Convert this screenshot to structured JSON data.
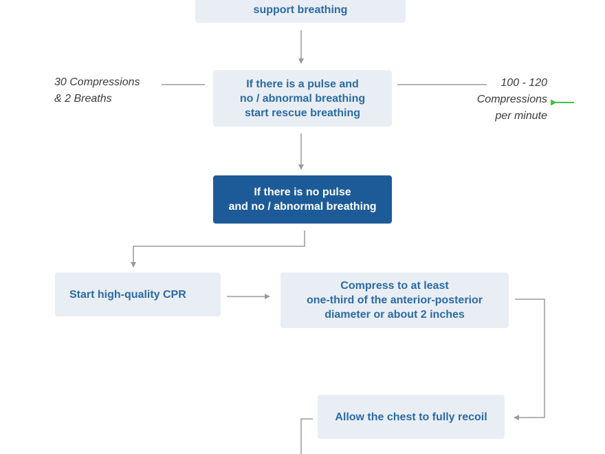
{
  "flowchart": {
    "box_support": "support breathing",
    "box_pulse": "If there is a pulse and\nno / abnormal breathing\nstart rescue breathing",
    "box_no_pulse": "If there is no pulse\nand no / abnormal breathing",
    "box_cpr": "Start high-quality CPR",
    "box_compress": "Compress to at least\none-third of the anterior-posterior\ndiameter or about 2 inches",
    "box_recoil": "Allow the chest to fully recoil",
    "note_left": "30 Compressions\n& 2 Breaths",
    "note_right": "100 - 120\nCompressions\nper minute"
  },
  "colors": {
    "box_light": "#e9eef5",
    "box_dark": "#1d5b98",
    "text_blue": "#2a6aa3",
    "connector": "#9a9a9a",
    "green_arrow": "#3ec43e"
  }
}
